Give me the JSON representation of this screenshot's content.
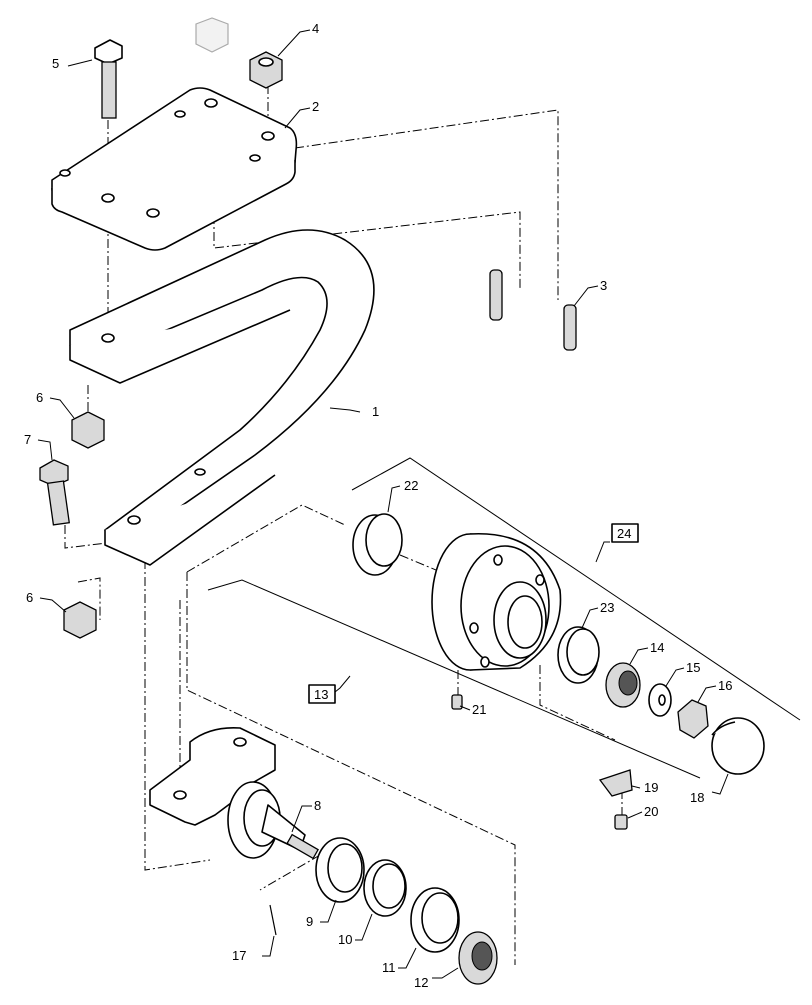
{
  "diagram": {
    "callouts": [
      "1",
      "2",
      "3",
      "4",
      "5",
      "6",
      "6",
      "7",
      "8",
      "9",
      "10",
      "11",
      "12",
      "13",
      "14",
      "15",
      "16",
      "17",
      "18",
      "19",
      "20",
      "21",
      "22",
      "23",
      "24"
    ],
    "boxed_callouts": [
      "13",
      "24"
    ]
  }
}
